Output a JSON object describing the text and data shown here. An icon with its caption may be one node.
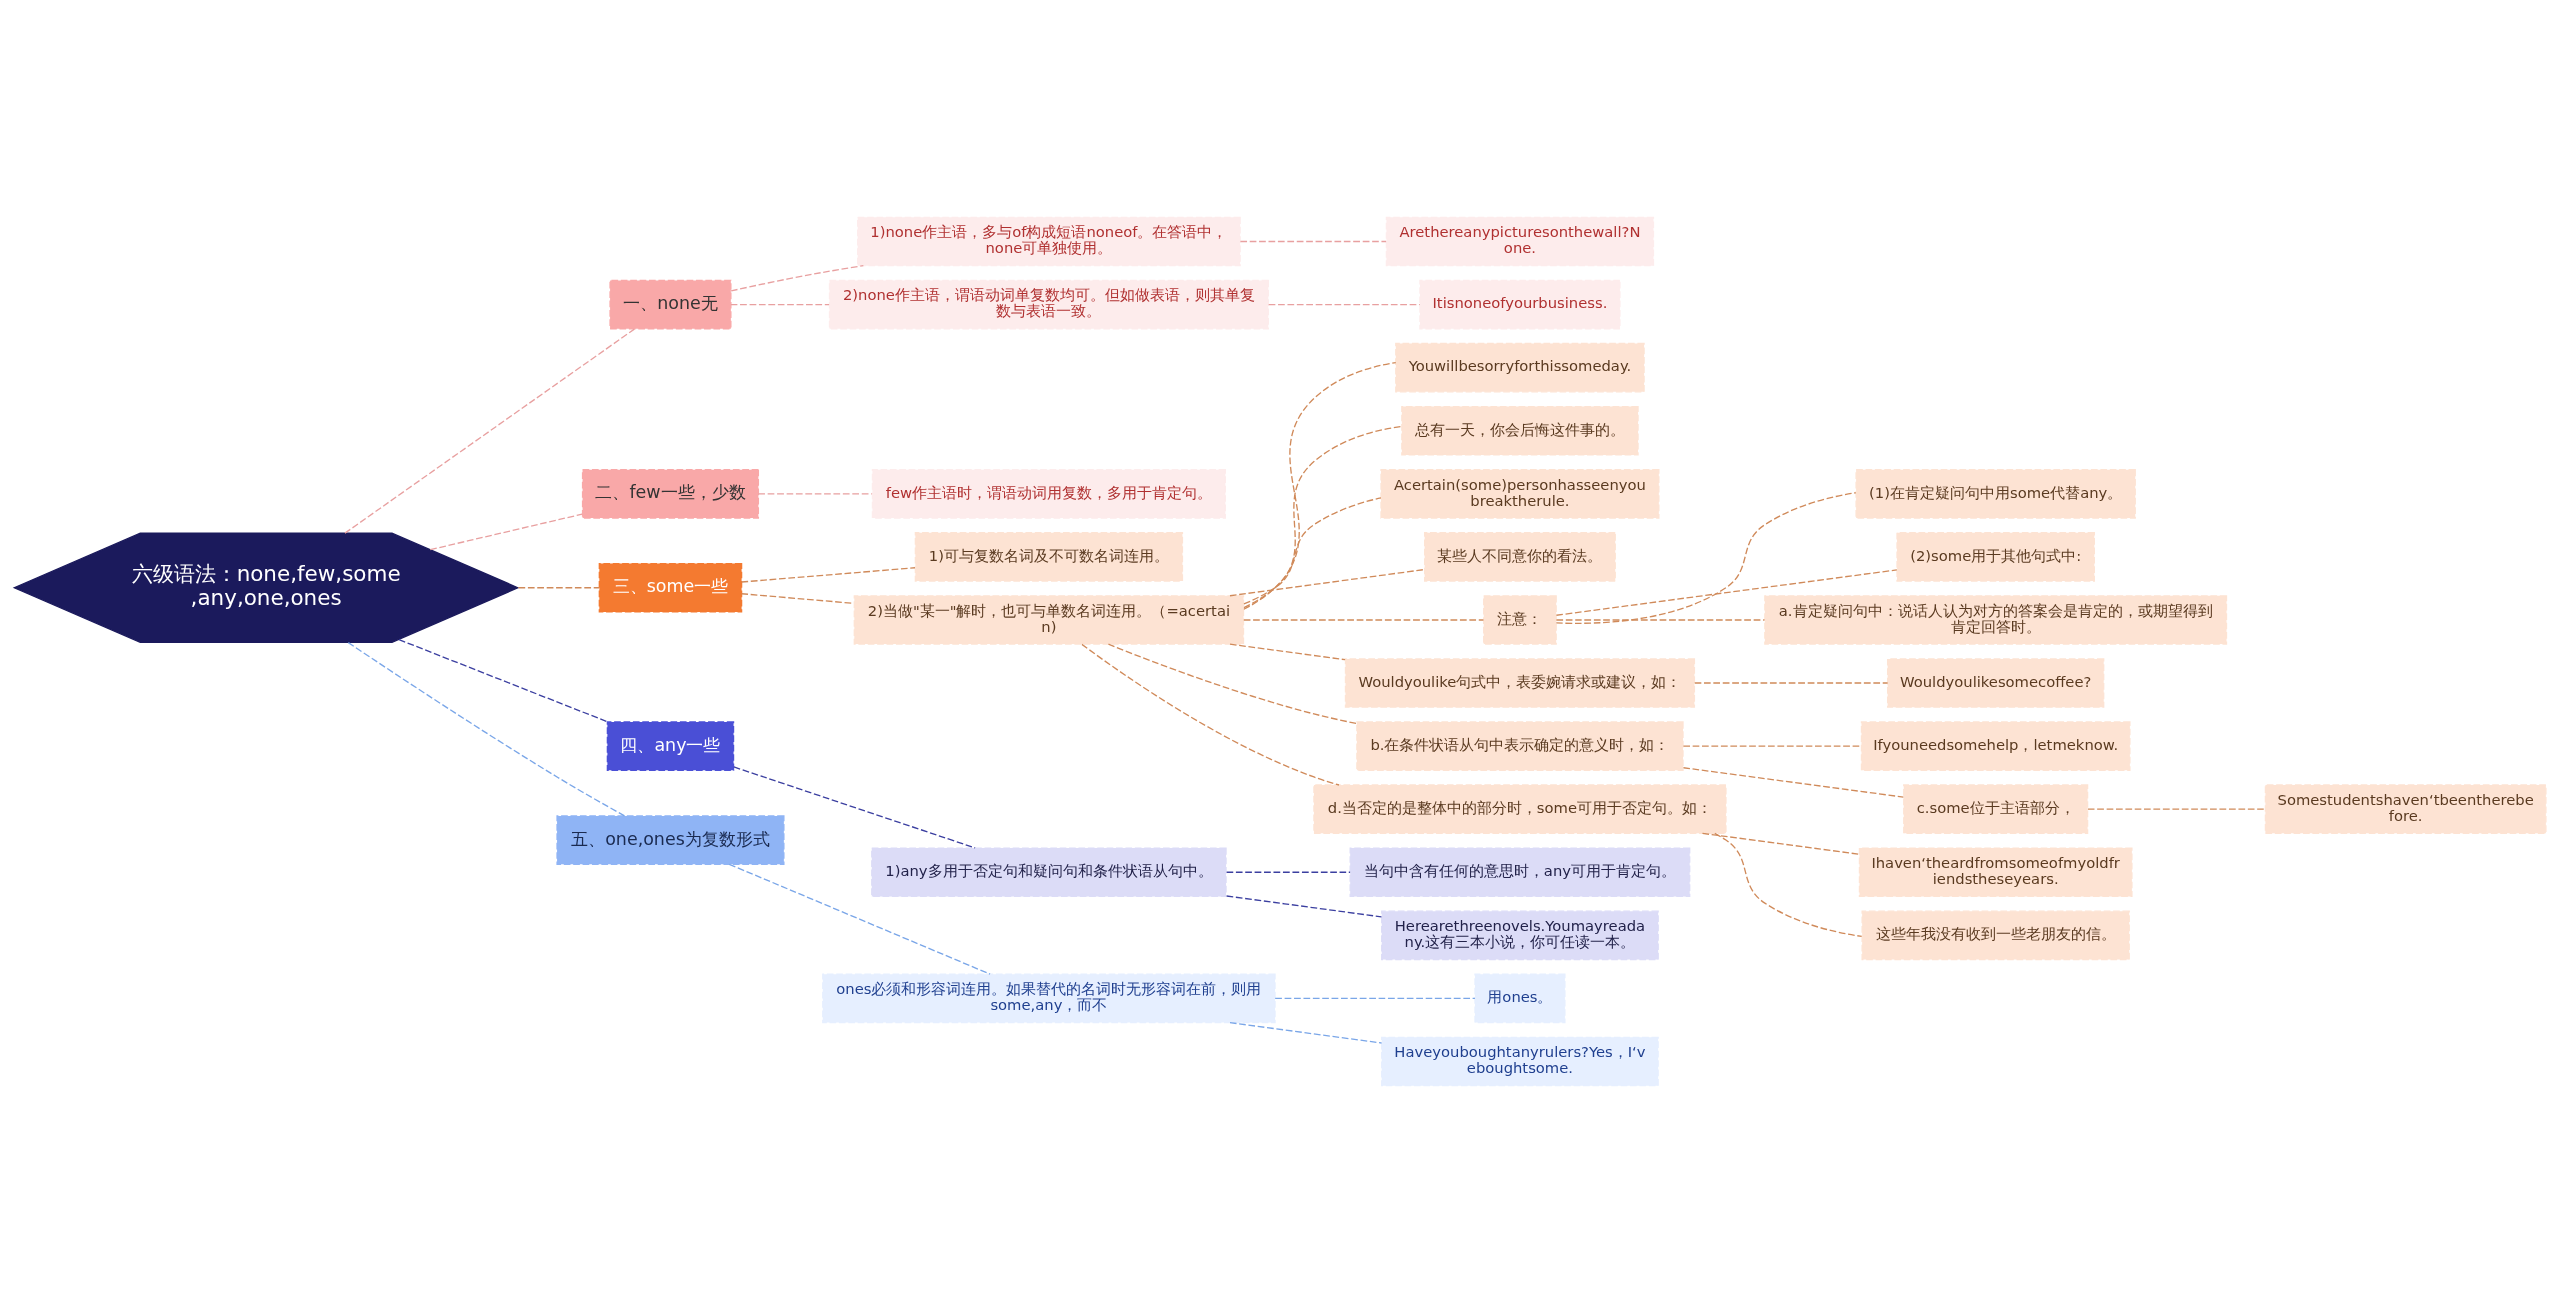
{
  "diagram": {
    "nodes": [
      {
        "text": [
          "六级语法：none,few,some,any,one,ones"
        ]
      },
      {
        "text": [
          "一、none无"
        ]
      },
      {
        "text": [
          "1)none作主语，多与of构成短语noneof。在答语中，none可单独使用。"
        ]
      },
      {
        "text": [
          "Arethereanypicturesonthewall?None."
        ]
      },
      {
        "text": [
          "2)none作主语，谓语动词单复数均可。但如做表语，则其单复数与表语一致。"
        ]
      },
      {
        "text": [
          "Itisnoneofyourbusiness."
        ]
      },
      {
        "text": [
          "二、few一些，少数"
        ]
      },
      {
        "text": [
          "few作主语时，谓语动词用复数，多用于肯定句。"
        ]
      },
      {
        "text": [
          "三、some一些"
        ]
      },
      {
        "text": [
          "1)可与复数名词及不可数名词连用。"
        ]
      },
      {
        "text": [
          "2)当做\"某一\"解时，也可与单数名词连用。（=acertain)"
        ]
      },
      {
        "text": [
          "Youwillbesorryforthissomeday."
        ]
      },
      {
        "text": [
          "总有一天，你会后悔这件事的。"
        ]
      },
      {
        "text": [
          "Acertain(some)personhasseenyoubreaktherule."
        ]
      },
      {
        "text": [
          "某些人不同意你的看法。"
        ]
      },
      {
        "text": [
          "注意："
        ]
      },
      {
        "text": [
          "(1)在肯定疑问句中用some代替any。"
        ]
      },
      {
        "text": [
          "(2)some用于其他句式中:"
        ]
      },
      {
        "text": [
          "a.肯定疑问句中：说话人认为对方的答案会是肯定的，或期望得到肯定回答时。"
        ]
      },
      {
        "text": [
          "Wouldyoulike句式中，表委婉请求或建议，如："
        ]
      },
      {
        "text": [
          "Wouldyoulikesomecoffee?"
        ]
      },
      {
        "text": [
          "b.在条件状语从句中表示确定的意义时，如："
        ]
      },
      {
        "text": [
          "Ifyouneedsomehelp，letmeknow."
        ]
      },
      {
        "text": [
          "c.some位于主语部分，"
        ]
      },
      {
        "text": [
          "Somestudentshaven‘tbeentherebefore."
        ]
      },
      {
        "text": [
          "d.当否定的是整体中的部分时，some可用于否定句。如："
        ]
      },
      {
        "text": [
          "Ihaven‘theardfromsomeofmyoldfriendstheseyears."
        ]
      },
      {
        "text": [
          "这些年我没有收到一些老朋友的信。"
        ]
      },
      {
        "text": [
          "四、any一些"
        ]
      },
      {
        "text": [
          "1)any多用于否定句和疑问句和条件状语从句中。"
        ]
      },
      {
        "text": [
          "当句中含有任何的意思时，any可用于肯定句。"
        ]
      },
      {
        "text": [
          "Herearethreenovels.Youmayreadany.这有三本小说，你可任读一本。"
        ]
      },
      {
        "text": [
          "五、one,ones为复数形式"
        ]
      },
      {
        "text": [
          "ones必须和形容词连用。如果替代的名词时无形容词在前，则用some,any，而不"
        ]
      },
      {
        "text": [
          "用ones。"
        ]
      },
      {
        "text": [
          "Haveyouboughtanyrulers?Yes，I‘veboughtsome."
        ]
      }
    ],
    "edges": [
      {
        "from": 0,
        "to": 1,
        "arrow": "none",
        "style": "dashed",
        "color": "#e8a0a0"
      },
      {
        "from": 1,
        "to": 2,
        "arrow": "none",
        "style": "dashed",
        "color": "#e8a0a0"
      },
      {
        "from": 2,
        "to": 3,
        "arrow": "none",
        "style": "dashed",
        "color": "#e8a0a0"
      },
      {
        "from": 1,
        "to": 4,
        "arrow": "none",
        "style": "dashed",
        "color": "#e8a0a0"
      },
      {
        "from": 4,
        "to": 5,
        "arrow": "none",
        "style": "dashed",
        "color": "#e8a0a0"
      },
      {
        "from": 0,
        "to": 6,
        "arrow": "none",
        "style": "dashed",
        "color": "#e8a0a0"
      },
      {
        "from": 6,
        "to": 7,
        "arrow": "none",
        "style": "dashed",
        "color": "#e8a0a0"
      },
      {
        "from": 0,
        "to": 8,
        "arrow": "none",
        "style": "dashed"
      },
      {
        "from": 8,
        "to": 9,
        "arrow": "none",
        "style": "dashed"
      },
      {
        "from": 8,
        "to": 10,
        "arrow": "none",
        "style": "dashed"
      },
      {
        "from": 10,
        "to": 11,
        "arrow": "none",
        "style": "dashed"
      },
      {
        "from": 10,
        "to": 12,
        "arrow": "none",
        "style": "dashed"
      },
      {
        "from": 10,
        "to": 13,
        "arrow": "none",
        "style": "dashed"
      },
      {
        "from": 10,
        "to": 14,
        "arrow": "none",
        "style": "dashed"
      },
      {
        "from": 10,
        "to": 15,
        "arrow": "none",
        "style": "dashed"
      },
      {
        "from": 15,
        "to": 16,
        "arrow": "none",
        "style": "dashed"
      },
      {
        "from": 15,
        "to": 17,
        "arrow": "none",
        "style": "dashed"
      },
      {
        "from": 15,
        "to": 18,
        "arrow": "none",
        "style": "dashed"
      },
      {
        "from": 10,
        "to": 19,
        "arrow": "none",
        "style": "dashed"
      },
      {
        "from": 19,
        "to": 20,
        "arrow": "none",
        "style": "dashed"
      },
      {
        "from": 10,
        "to": 21,
        "arrow": "none",
        "style": "dashed"
      },
      {
        "from": 21,
        "to": 22,
        "arrow": "none",
        "style": "dashed"
      },
      {
        "from": 21,
        "to": 23,
        "arrow": "none",
        "style": "dashed"
      },
      {
        "from": 23,
        "to": 24,
        "arrow": "none",
        "style": "dashed"
      },
      {
        "from": 10,
        "to": 25,
        "arrow": "none",
        "style": "dashed"
      },
      {
        "from": 25,
        "to": 26,
        "arrow": "none",
        "style": "dashed"
      },
      {
        "from": 25,
        "to": 27,
        "arrow": "none",
        "style": "dashed"
      },
      {
        "from": 0,
        "to": 28,
        "arrow": "none",
        "style": "dashed",
        "color": "#3b3fa0"
      },
      {
        "from": 28,
        "to": 29,
        "arrow": "none",
        "style": "dashed",
        "color": "#3b3fa0"
      },
      {
        "from": 29,
        "to": 30,
        "arrow": "none",
        "style": "dashed",
        "color": "#3b3fa0"
      },
      {
        "from": 29,
        "to": 31,
        "arrow": "none",
        "style": "dashed",
        "color": "#3b3fa0"
      },
      {
        "from": 0,
        "to": 32,
        "arrow": "none",
        "style": "dashed",
        "color": "#7aa6e8"
      },
      {
        "from": 32,
        "to": 33,
        "arrow": "none",
        "style": "dashed",
        "color": "#7aa6e8"
      },
      {
        "from": 33,
        "to": 34,
        "arrow": "none",
        "style": "dashed",
        "color": "#7aa6e8"
      },
      {
        "from": 33,
        "to": 35,
        "arrow": "none",
        "style": "dashed",
        "color": "#7aa6e8"
      }
    ]
  }
}
